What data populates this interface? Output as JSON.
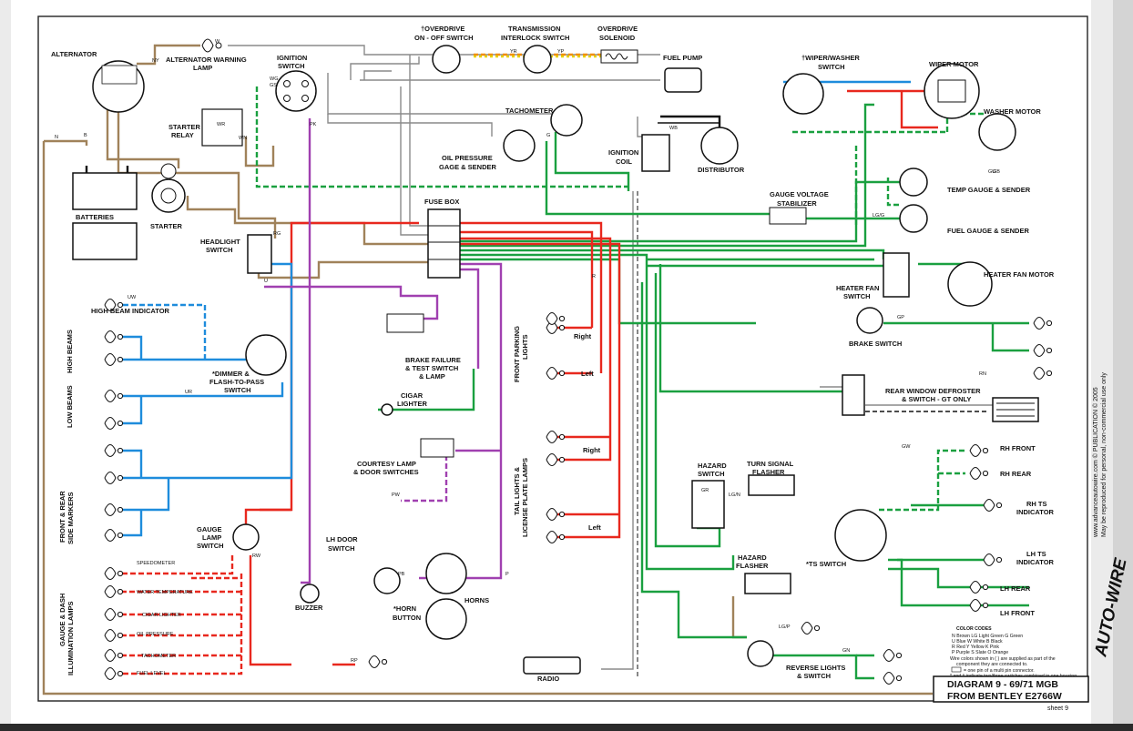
{
  "labels": {
    "alternator": "ALTERNATOR",
    "alt_warning": "ALTERNATOR WARNING",
    "lamp": "LAMP",
    "ignition_switch": "IGNITION",
    "switch": "SWITCH",
    "overdrive_switch_1": "†OVERDRIVE",
    "overdrive_switch_2": "ON - OFF SWITCH",
    "trans_interlock_1": "TRANSMISSION",
    "trans_interlock_2": "INTERLOCK SWITCH",
    "overdrive_sol_1": "OVERDRIVE",
    "overdrive_sol_2": "SOLENOID",
    "fuel_pump": "FUEL PUMP",
    "wiper_switch_1": "†WIPER/WASHER",
    "wiper_switch_2": "SWITCH",
    "wiper_motor": "WIPER MOTOR",
    "washer_motor": "WASHER MOTOR",
    "tachometer": "TACHOMETER",
    "starter_relay_1": "STARTER",
    "starter_relay_2": "RELAY",
    "oil_gauge_1": "OIL PRESSURE",
    "oil_gauge_2": "GAGE & SENDER",
    "ignition_coil_1": "IGNITION",
    "ignition_coil_2": "COIL",
    "distributor": "DISTRIBUTOR",
    "batteries": "BATTERIES",
    "starter": "STARTER",
    "fuse_box": "FUSE BOX",
    "gauge_stab_1": "GAUGE VOLTAGE",
    "gauge_stab_2": "STABILIZER",
    "temp_gauge": "TEMP GAUGE & SENDER",
    "fuel_gauge": "FUEL GAUGE & SENDER",
    "headlight_switch_1": "HEADLIGHT",
    "headlight_switch_2": "SWITCH",
    "heater_fan_motor": "HEATER FAN MOTOR",
    "heater_fan_switch_1": "HEATER FAN",
    "heater_fan_switch_2": "SWITCH",
    "high_beam_indicator": "HIGH BEAM INDICATOR",
    "high_beams": "HIGH BEAMS",
    "low_beams": "LOW BEAMS",
    "dimmer_1": "*DIMMER &",
    "dimmer_2": "FLASH-TO-PASS",
    "dimmer_3": "SWITCH",
    "brake_failure_1": "BRAKE FAILURE",
    "brake_failure_2": "& TEST SWITCH",
    "brake_failure_3": "& LAMP",
    "front_parking_1": "FRONT PARKING",
    "front_parking_2": "LIGHTS",
    "right": "Right",
    "left": "Left",
    "brake_switch": "BRAKE SWITCH",
    "rear_defroster_1": "REAR WINDOW DEFROSTER",
    "rear_defroster_2": "& SWITCH - GT ONLY",
    "cigar_lighter_1": "CIGAR",
    "cigar_lighter_2": "LIGHTER",
    "courtesy_1": "COURTESY LAMP",
    "courtesy_2": "& DOOR SWITCHES",
    "tail_lights_1": "TAIL LIGHTS &",
    "tail_lights_2": "LICENSE PLATE LAMPS",
    "hazard_switch_1": "HAZARD",
    "hazard_switch_2": "SWITCH",
    "turn_flasher_1": "TURN SIGNAL",
    "turn_flasher_2": "FLASHER",
    "hazard_flasher_1": "HAZARD",
    "hazard_flasher_2": "FLASHER",
    "ts_switch": "*TS SWITCH",
    "rh_front": "RH FRONT",
    "rh_rear": "RH REAR",
    "rh_ts_1": "RH TS",
    "rh_ts_2": "INDICATOR",
    "lh_ts_1": "LH TS",
    "lh_ts_2": "INDICATOR",
    "lh_rear": "LH REAR",
    "lh_front": "LH FRONT",
    "front_rear_markers_1": "FRONT & REAR",
    "front_rear_markers_2": "SIDE MARKERS",
    "gauge_lamp_1": "GAUGE",
    "gauge_lamp_2": "LAMP",
    "gauge_lamp_3": "SWITCH",
    "gauge_dash_1": "GAUGE & DASH",
    "gauge_dash_2": "ILLUMINATION LAMPS",
    "speedometer": "SPEEDOMETER",
    "water_temp": "WATER TEMPERATURE",
    "cigar_lighter_lamp": "CIGAR LIGHTER",
    "oil_pressure": "OIL PRESSURE",
    "tach_lamp": "TACHOMETER",
    "fuel_level": "FUEL LEVEL",
    "lh_door_1": "LH DOOR",
    "lh_door_2": "SWITCH",
    "buzzer": "BUZZER",
    "horn_button_1": "*HORN",
    "horn_button_2": "BUTTON",
    "horns": "HORNS",
    "radio": "RADIO",
    "reverse_1": "REVERSE LIGHTS",
    "reverse_2": "& SWITCH",
    "color_codes_title": "COLOR CODES",
    "cc_row1": "N  Brown      LG  Light Green     G  Green",
    "cc_row2": "U  Blue        W   White            B  Black",
    "cc_row3": "R  Red          Y   Yellow            K  Pink",
    "cc_row4": "P  Purple     S   Slate              O  Orange",
    "cc_note1": "Wire colors shown in ( ) are supplied as part of the",
    "cc_note2": "component they are connected to.",
    "cc_note3": "= one pin of a multi pin connector.",
    "cc_note4": "* and † indicate two/three switches combined in one housing",
    "diagram_title_1": "DIAGRAM 9 - 69/71 MGB",
    "diagram_title_2": "FROM BENTLEY E2766W",
    "sheet": "sheet 9",
    "side_1": "www.advanceautowire.com     © PUBLICATION  © 2005",
    "side_2": "May be reproduced for personal, non-commercial use only",
    "brand": "AUTO-WIRE"
  },
  "wire_codes": [
    "W",
    "N",
    "NY",
    "WG",
    "WR",
    "WN",
    "GS",
    "PK",
    "YR",
    "YP",
    "WB",
    "GB",
    "GU",
    "LG/G",
    "G",
    "R",
    "RG",
    "U",
    "UW",
    "UR",
    "GP",
    "RN",
    "GW",
    "GR",
    "GN",
    "LG/N",
    "LG/P",
    "PB",
    "P",
    "RP",
    "RW",
    "PW",
    "B"
  ],
  "colors": {
    "brown": "#a0825a",
    "tan": "#c8a070",
    "red": "#e8281e",
    "green": "#1aa040",
    "blue": "#1e8cdc",
    "purple": "#a040b0",
    "white_wire": "#9a9a9a",
    "black": "#111111",
    "orange": "#f08c00",
    "yellow": "#e8d000",
    "pink": "#e070a0",
    "border": "#222222",
    "sidebar": "#cfcfcf"
  }
}
